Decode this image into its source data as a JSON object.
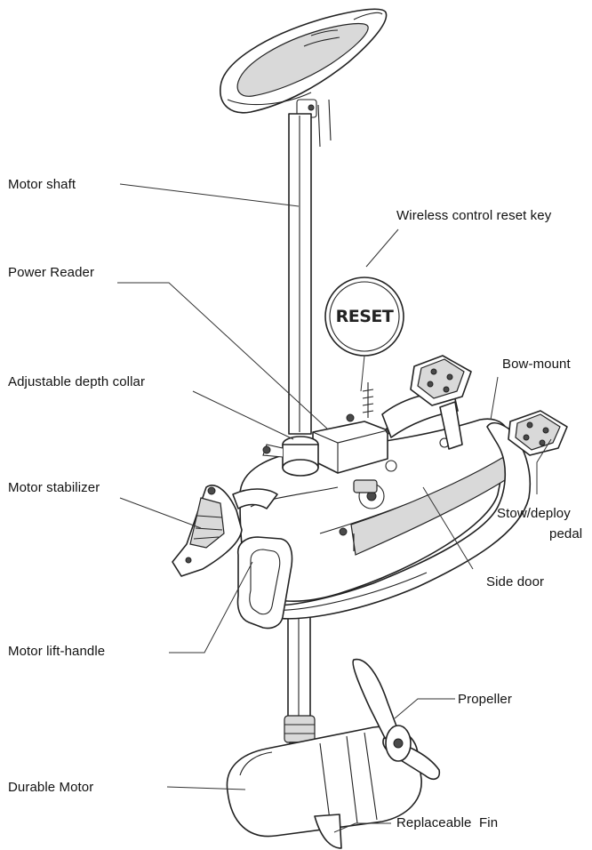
{
  "labels": {
    "motor_shaft": "Motor shaft",
    "wireless_reset_key": "Wireless control reset key",
    "power_reader": "Power Reader",
    "bow_mount": "Bow-mount",
    "depth_collar": "Adjustable depth collar",
    "motor_stabilizer": "Motor stabilizer",
    "stow_deploy_pedal": "Stow/deploy",
    "stow_deploy_pedal_line2": "pedal",
    "side_door": "Side door",
    "motor_lift_handle": "Motor lift-handle",
    "propeller": "Propeller",
    "durable_motor": "Durable Motor",
    "replaceable_fin": "Replaceable  Fin",
    "reset_button_text": "RESET"
  },
  "colors": {
    "line": "#222222",
    "shade": "#d9d9d9",
    "background": "#ffffff"
  }
}
